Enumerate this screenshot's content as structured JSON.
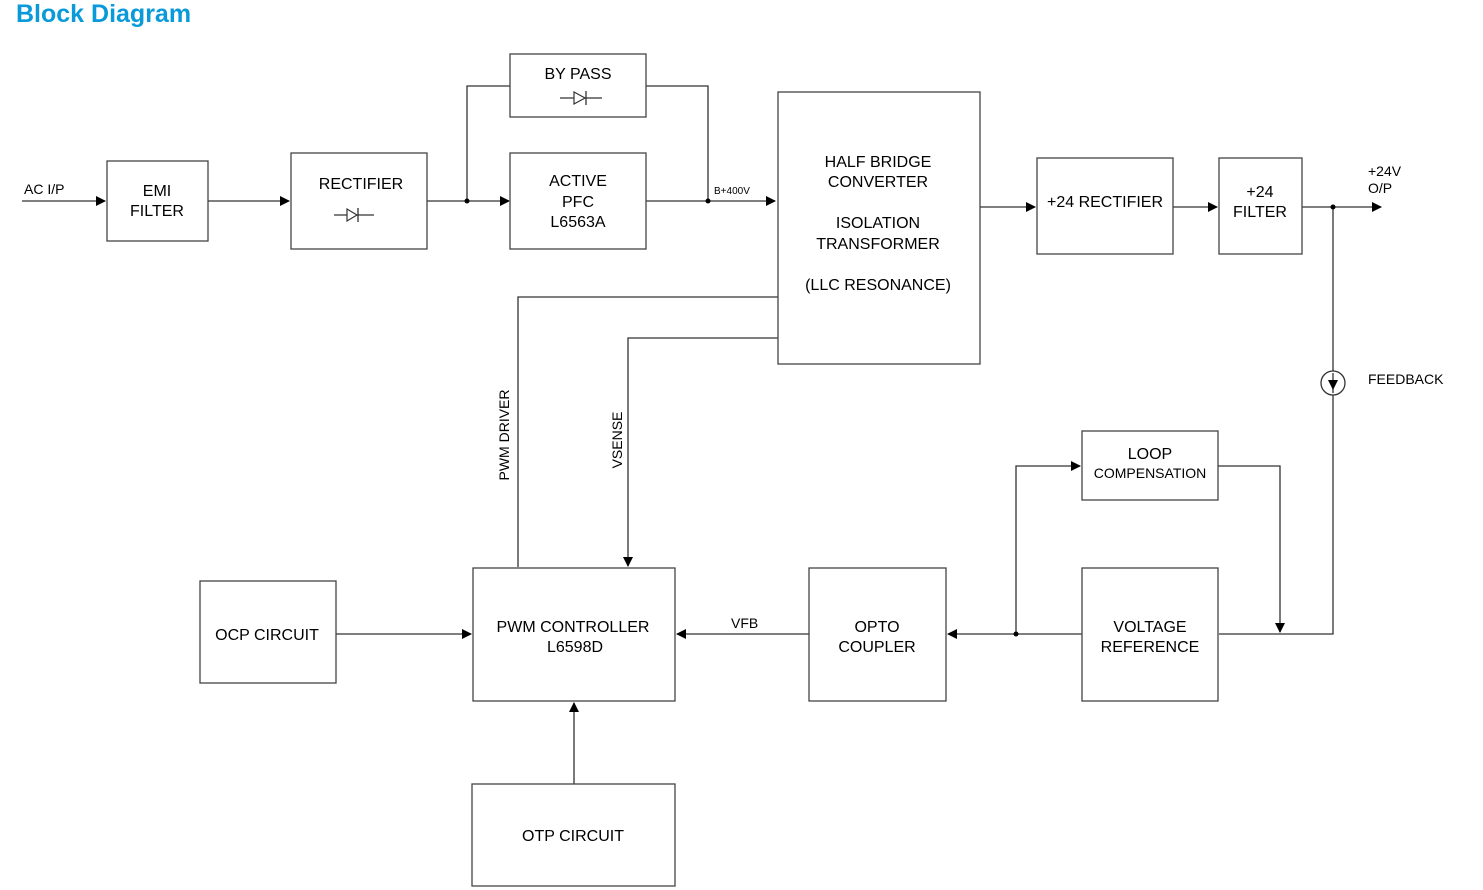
{
  "title": "Block Diagram",
  "blocks": {
    "emi": [
      "EMI",
      "FILTER"
    ],
    "rectifier": "RECTIFIER",
    "bypass": "BY PASS",
    "pfc": [
      "ACTIVE",
      "PFC",
      "L6563A"
    ],
    "half_bridge": [
      "HALF BRIDGE",
      "CONVERTER",
      "ISOLATION",
      "TRANSFORMER",
      "(LLC RESONANCE)"
    ],
    "rect24": "+24 RECTIFIER",
    "filter24": [
      "+24",
      "FILTER"
    ],
    "loop": [
      "LOOP",
      "COMPENSATION"
    ],
    "vref": [
      "VOLTAGE",
      "REFERENCE"
    ],
    "opto": [
      "OPTO",
      "COUPLER"
    ],
    "pwm": [
      "PWM CONTROLLER",
      "L6598D"
    ],
    "ocp": "OCP CIRCUIT",
    "otp": "OTP CIRCUIT"
  },
  "labels": {
    "ac_in": "AC I/P",
    "b400": "B+400V",
    "out": [
      "+24V",
      "O/P"
    ],
    "feedback": "FEEDBACK",
    "pwm_driver": "PWM DRIVER",
    "vsense": "VSENSE",
    "vfb": "VFB"
  }
}
